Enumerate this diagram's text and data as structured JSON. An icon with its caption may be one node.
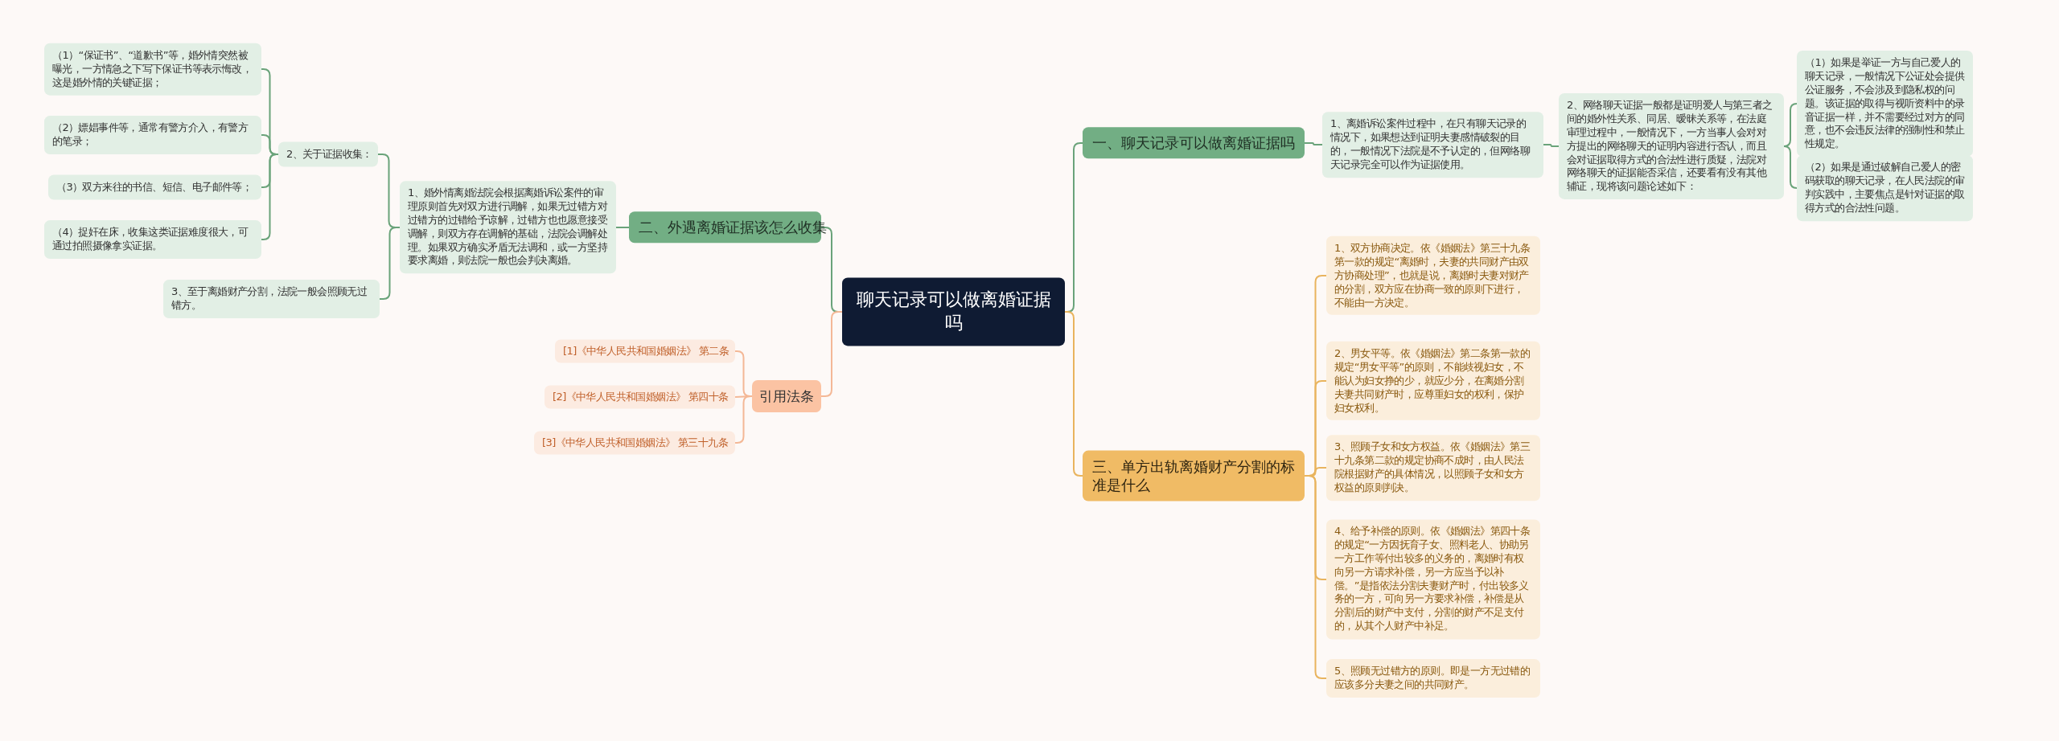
{
  "diagram": {
    "nodes": [
      {
        "text": [
          "聊天记录可以做离婚证据吗"
        ]
      },
      {
        "text": [
          "一、聊天记录可以做离婚证据吗"
        ]
      },
      {
        "text": [
          "1、离婚诉讼案件过程中，在只有聊天记录的情况下，如果想达到证明夫妻感情破裂的目的，一般情况下法院是不予认定的，但网络聊天记录完全可以作为证据使用。"
        ]
      },
      {
        "text": [
          "2、网络聊天证据一般都是证明爱人与第三者之间的婚外性关系、同居、暧昧关系等，在法庭审理过程中，一般情况下，一方当事人会对对方提出的网络聊天的证明内容进行否认，而且会对证据取得方式的合法性进行质疑，法院对网络聊天的证据能否采信，还要看有没有其他辅证，现将该问题论述如下："
        ]
      },
      {
        "text": [
          "（1）如果是举证一方与自己爱人的聊天记录，一般情况下公证处会提供公证服务，不会涉及到隐私权的问题。该证据的取得与视听资料中的录音证据一样，并不需要经过对方的同意，也不会违反法律的强制性和禁止性规定。"
        ]
      },
      {
        "text": [
          "（2）如果是通过破解自己爱人的密码获取的聊天记录，在人民法院的审判实践中，主要焦点是针对证据的取得方式的合法性问题。"
        ]
      },
      {
        "text": [
          "二、外遇离婚证据该怎么收集"
        ]
      },
      {
        "text": [
          "1、婚外情离婚法院会根据离婚诉讼案件的审理原则首先对双方进行调解，如果无过错方对过错方的过错给予谅解，过错方也也愿意接受调解，则双方存在调解的基础，法院会调解处理。如果双方确实矛盾无法调和，或一方坚持要求离婚，则法院一般也会判决离婚。"
        ]
      },
      {
        "text": [
          "2、关于证据收集："
        ]
      },
      {
        "text": [
          "（1）“保证书”、“道歉书”等，婚外情突然被曝光，一方情急之下写下保证书等表示悔改，这是婚外情的关键证据；"
        ]
      },
      {
        "text": [
          "（2）嫖娼事件等，通常有警方介入，有警方的笔录；"
        ]
      },
      {
        "text": [
          "（3）双方来往的书信、短信、电子邮件等；"
        ]
      },
      {
        "text": [
          "（4）捉奸在床，收集这类证据难度很大，可通过拍照摄像拿实证据。"
        ]
      },
      {
        "text": [
          "3、至于离婚财产分割，法院一般会照顾无过错方。"
        ]
      },
      {
        "text": [
          "引用法条"
        ]
      },
      {
        "text": [
          "[1]《中华人民共和国婚姻法》 第二条"
        ]
      },
      {
        "text": [
          "[2]《中华人民共和国婚姻法》 第四十条"
        ]
      },
      {
        "text": [
          "[3]《中华人民共和国婚姻法》 第三十九条"
        ]
      },
      {
        "text": [
          "三、单方出轨离婚财产分割的标准是什么"
        ]
      },
      {
        "text": [
          "1、双方协商决定。依《婚姻法》第三十九条第一款的规定“离婚时，夫妻的共同财产由双方协商处理”，也就是说，离婚时夫妻对财产的分割，双方应在协商一致的原则下进行，不能由一方决定。"
        ]
      },
      {
        "text": [
          "2、男女平等。依《婚姻法》第二条第一款的规定“男女平等”的原则，不能歧视妇女，不能认为妇女挣的少，就应少分，在离婚分割夫妻共同财产时，应尊重妇女的权利，保护妇女权利。"
        ]
      },
      {
        "text": [
          "3、照顾子女和女方权益。依《婚姻法》第三十九条第二款的规定协商不成时，由人民法院根据财产的具体情况，以照顾子女和女方权益的原则判决。"
        ]
      },
      {
        "text": [
          "4、给予补偿的原则。依《婚姻法》第四十条的规定“一方因抚育子女、照料老人、协助另一方工作等付出较多的义务的，离婚时有权向另一方请求补偿，另一方应当予以补偿。”是指依法分割夫妻财产时，付出较多义务的一方，可向另一方要求补偿，补偿是从分割后的财产中支付，分割的财产不足支付的，从其个人财产中补足。"
        ]
      },
      {
        "text": [
          "5、照顾无过错方的原则。即是一方无过错的应该多分夫妻之间的共同财产。"
        ]
      }
    ],
    "edges": [
      {
        "from": 0,
        "to": 1,
        "arrow": "none"
      },
      {
        "from": 1,
        "to": 2,
        "arrow": "none"
      },
      {
        "from": 2,
        "to": 3,
        "arrow": "none"
      },
      {
        "from": 3,
        "to": 4,
        "arrow": "none"
      },
      {
        "from": 3,
        "to": 5,
        "arrow": "none"
      },
      {
        "from": 0,
        "to": 6,
        "arrow": "none"
      },
      {
        "from": 6,
        "to": 7,
        "arrow": "none"
      },
      {
        "from": 7,
        "to": 8,
        "arrow": "none"
      },
      {
        "from": 8,
        "to": 9,
        "arrow": "none"
      },
      {
        "from": 8,
        "to": 10,
        "arrow": "none"
      },
      {
        "from": 8,
        "to": 11,
        "arrow": "none"
      },
      {
        "from": 8,
        "to": 12,
        "arrow": "none"
      },
      {
        "from": 7,
        "to": 13,
        "arrow": "none"
      },
      {
        "from": 0,
        "to": 14,
        "arrow": "none",
        "color": "#f4b896"
      },
      {
        "from": 14,
        "to": 15,
        "arrow": "none",
        "color": "#f4b896"
      },
      {
        "from": 14,
        "to": 16,
        "arrow": "none",
        "color": "#f4b896"
      },
      {
        "from": 14,
        "to": 17,
        "arrow": "none",
        "color": "#f4b896"
      },
      {
        "from": 0,
        "to": 18,
        "arrow": "none",
        "color": "#e9b45e"
      },
      {
        "from": 18,
        "to": 19,
        "arrow": "none",
        "color": "#e9b45e"
      },
      {
        "from": 18,
        "to": 20,
        "arrow": "none",
        "color": "#e9b45e"
      },
      {
        "from": 18,
        "to": 21,
        "arrow": "none",
        "color": "#e9b45e"
      },
      {
        "from": 18,
        "to": 22,
        "arrow": "none",
        "color": "#e9b45e"
      },
      {
        "from": 18,
        "to": 23,
        "arrow": "none",
        "color": "#e9b45e"
      }
    ]
  }
}
